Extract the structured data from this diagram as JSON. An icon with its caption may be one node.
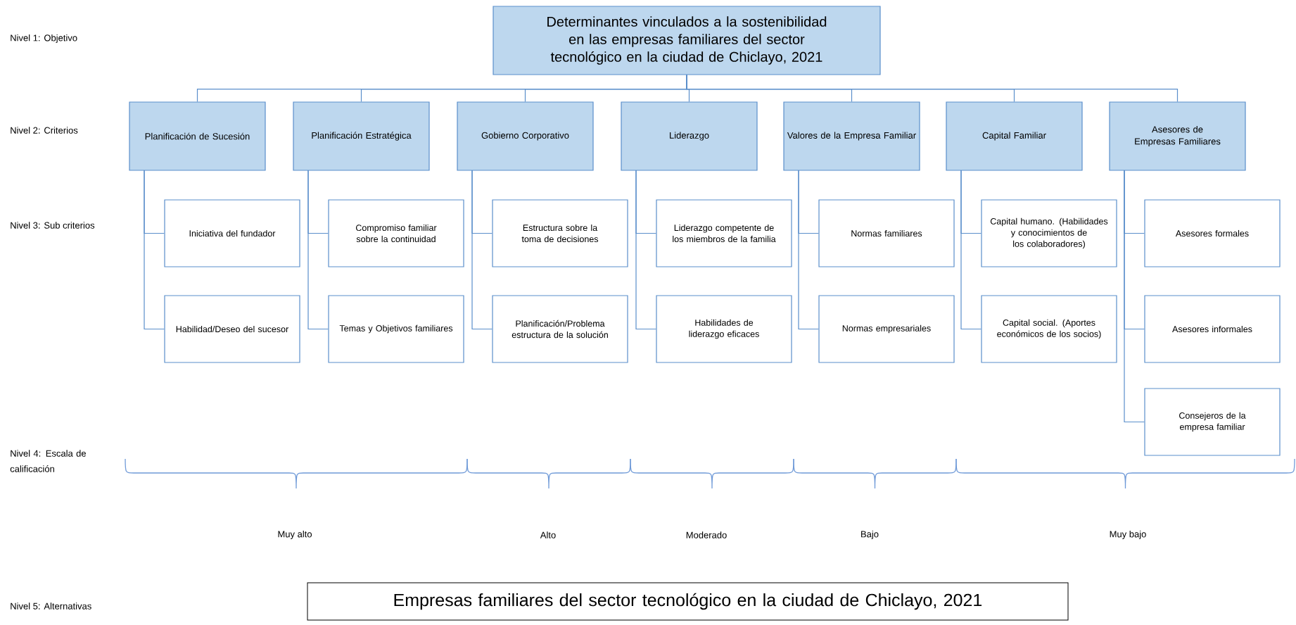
{
  "diagram": {
    "nodes": [
      {
        "text": [
          "Determinantes vinculados a la sostenibilidad en las empresas familiares del sector tecnológico en la ciudad de Chiclayo, 2021"
        ]
      },
      {
        "text": [
          "Planificación de Sucesión"
        ]
      },
      {
        "text": [
          "Planificación Estratégica"
        ]
      },
      {
        "text": [
          "Gobierno Corporativo"
        ]
      },
      {
        "text": [
          "Liderazgo"
        ]
      },
      {
        "text": [
          "Valores de la Empresa Familiar"
        ]
      },
      {
        "text": [
          "Capital Familiar"
        ]
      },
      {
        "text": [
          "Asesores de Empresas Familiares"
        ]
      },
      {
        "text": [
          "Iniciativa del fundador"
        ]
      },
      {
        "text": [
          "Habilidad/Deseo del sucesor"
        ]
      },
      {
        "text": [
          "Compromiso familiar sobre la continuidad"
        ]
      },
      {
        "text": [
          "Temas y Objetivos familiares"
        ]
      },
      {
        "text": [
          "Estructura sobre la toma de decisiones"
        ]
      },
      {
        "text": [
          "Planificación/Problema estructura de la solución"
        ]
      },
      {
        "text": [
          "Liderazgo competente de los miembros de la familia"
        ]
      },
      {
        "text": [
          "Habilidades de liderazgo eficaces"
        ]
      },
      {
        "text": [
          "Normas familiares"
        ]
      },
      {
        "text": [
          "Normas empresariales"
        ]
      },
      {
        "text": [
          "Capital humano. (Habilidades y conocimientos de los colaboradores)"
        ]
      },
      {
        "text": [
          "Capital social. (Aportes económicos de los socios)"
        ]
      },
      {
        "text": [
          "Asesores formales"
        ]
      },
      {
        "text": [
          "Asesores informales"
        ]
      },
      {
        "text": [
          "Consejeros de la empresa familiar"
        ]
      },
      {
        "text": [
          "Empresas familiares del sector tecnológico en la ciudad de Chiclayo, 2021"
        ]
      }
    ],
    "edges": [
      {
        "from": 0,
        "to": 1,
        "arrow": "none"
      },
      {
        "from": 0,
        "to": 2,
        "arrow": "none"
      },
      {
        "from": 0,
        "to": 3,
        "arrow": "none"
      },
      {
        "from": 0,
        "to": 4,
        "arrow": "none"
      },
      {
        "from": 0,
        "to": 5,
        "arrow": "none"
      },
      {
        "from": 0,
        "to": 6,
        "arrow": "none"
      },
      {
        "from": 0,
        "to": 7,
        "arrow": "none"
      },
      {
        "from": 1,
        "to": 8,
        "arrow": "none"
      },
      {
        "from": 1,
        "to": 9,
        "arrow": "none"
      },
      {
        "from": 2,
        "to": 10,
        "arrow": "none"
      },
      {
        "from": 2,
        "to": 11,
        "arrow": "none"
      },
      {
        "from": 3,
        "to": 12,
        "arrow": "none"
      },
      {
        "from": 3,
        "to": 13,
        "arrow": "none"
      },
      {
        "from": 4,
        "to": 14,
        "arrow": "none"
      },
      {
        "from": 4,
        "to": 15,
        "arrow": "none"
      },
      {
        "from": 5,
        "to": 16,
        "arrow": "none"
      },
      {
        "from": 5,
        "to": 17,
        "arrow": "none"
      },
      {
        "from": 6,
        "to": 18,
        "arrow": "none"
      },
      {
        "from": 6,
        "to": 19,
        "arrow": "none"
      },
      {
        "from": 7,
        "to": 20,
        "arrow": "none"
      },
      {
        "from": 7,
        "to": 21,
        "arrow": "none"
      },
      {
        "from": 7,
        "to": 22,
        "arrow": "none"
      }
    ],
    "labels": [
      "Nivel 1: Objetivo",
      "Nivel 2: Criterios",
      "Nivel 3: Sub criterios",
      "Nivel 4: Escala de calificación",
      "Muy alto",
      "Alto",
      "Moderado",
      "Bajo",
      "Muy bajo",
      "Nivel 5: Alternativas"
    ]
  }
}
